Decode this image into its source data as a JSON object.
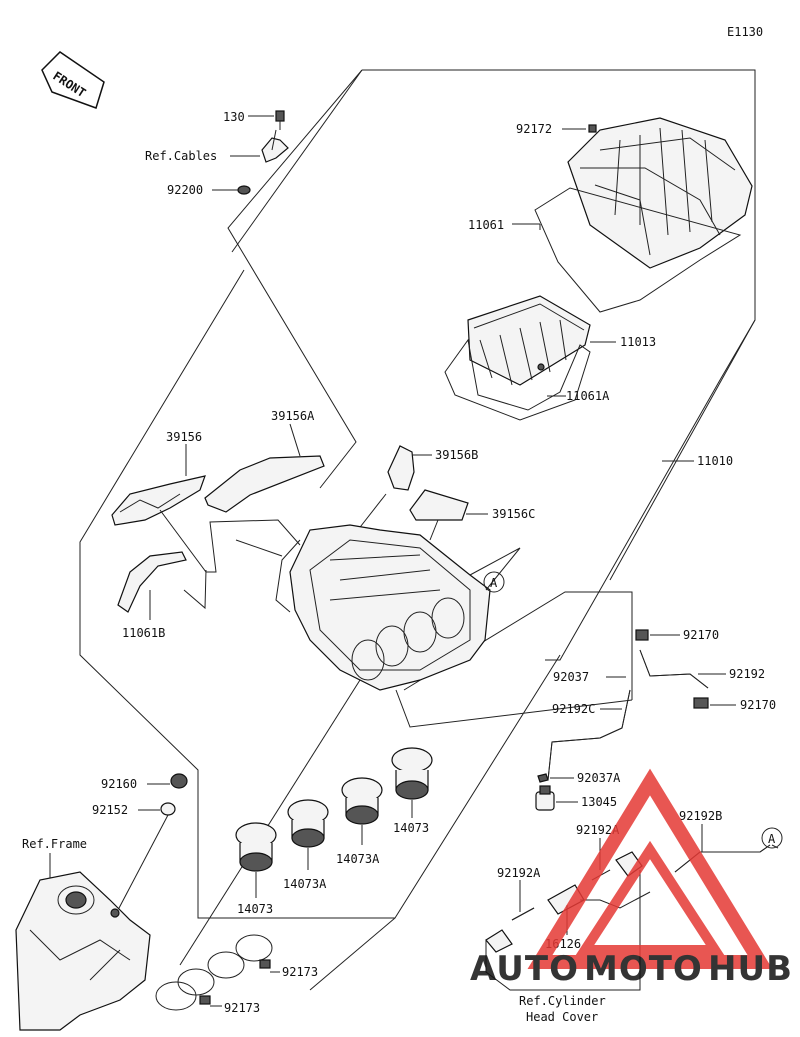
{
  "diagram_code": "E1130",
  "front_label": "FRONT",
  "callout_letter": "A",
  "parts": [
    {
      "key": "p130",
      "label": "130"
    },
    {
      "key": "p_refcables",
      "label": "Ref.Cables"
    },
    {
      "key": "p92200",
      "label": "92200"
    },
    {
      "key": "p92172",
      "label": "92172"
    },
    {
      "key": "p11061",
      "label": "11061"
    },
    {
      "key": "p11013",
      "label": "11013"
    },
    {
      "key": "p11061A",
      "label": "11061A"
    },
    {
      "key": "p11010",
      "label": "11010"
    },
    {
      "key": "p39156A",
      "label": "39156A"
    },
    {
      "key": "p39156",
      "label": "39156"
    },
    {
      "key": "p39156B",
      "label": "39156B"
    },
    {
      "key": "p39156C",
      "label": "39156C"
    },
    {
      "key": "p11061B",
      "label": "11061B"
    },
    {
      "key": "p92170a",
      "label": "92170"
    },
    {
      "key": "p92192",
      "label": "92192"
    },
    {
      "key": "p92037",
      "label": "92037"
    },
    {
      "key": "p92170b",
      "label": "92170"
    },
    {
      "key": "p92192C",
      "label": "92192C"
    },
    {
      "key": "p92037A",
      "label": "92037A"
    },
    {
      "key": "p13045",
      "label": "13045"
    },
    {
      "key": "p92192B",
      "label": "92192B"
    },
    {
      "key": "p92192Aa",
      "label": "92192A"
    },
    {
      "key": "p92192Ab",
      "label": "92192A"
    },
    {
      "key": "p16126",
      "label": "16126"
    },
    {
      "key": "p_refcyl1",
      "label": "Ref.Cylinder"
    },
    {
      "key": "p_refcyl2",
      "label": "Head Cover"
    },
    {
      "key": "p92160",
      "label": "92160"
    },
    {
      "key": "p92152",
      "label": "92152"
    },
    {
      "key": "p_refframe",
      "label": "Ref.Frame"
    },
    {
      "key": "p14073a",
      "label": "14073"
    },
    {
      "key": "p14073Aa",
      "label": "14073A"
    },
    {
      "key": "p14073Ab",
      "label": "14073A"
    },
    {
      "key": "p14073b",
      "label": "14073"
    },
    {
      "key": "p92173a",
      "label": "92173"
    },
    {
      "key": "p92173b",
      "label": "92173"
    }
  ],
  "watermark": {
    "part1": "AUTO",
    "part2": "MOTO",
    "part3": "HUB",
    "red": "#e53935",
    "orange": "#f5a623",
    "gray": "#6d6d6d"
  }
}
